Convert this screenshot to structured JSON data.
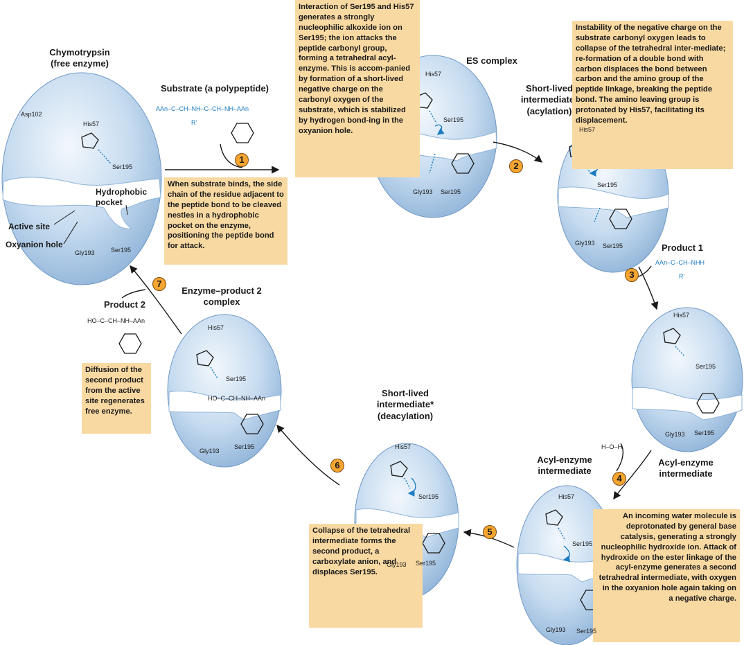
{
  "titles": {
    "free_enzyme": "Chymotrypsin\n(free enzyme)",
    "substrate": "Substrate (a polypeptide)",
    "es_complex": "ES complex",
    "short_lived_acylation": "Short-lived\nintermediate*\n(acylation)",
    "product1": "Product 1",
    "acyl_enzyme_right": "Acyl-enzyme\nintermediate",
    "acyl_enzyme_bottom": "Acyl-enzyme\nintermediate",
    "short_lived_deacylation": "Short-lived\nintermediate*\n(deacylation)",
    "enzyme_product2": "Enzyme–product 2\ncomplex",
    "product2": "Product 2"
  },
  "labels": {
    "hydrophobic_pocket": "Hydrophobic\npocket",
    "active_site": "Active site",
    "oxyanion_hole": "Oxyanion hole"
  },
  "captions": {
    "step1": "When substrate binds, the side chain of the residue adjacent to the peptide bond to be cleaved nestles in a hydrophobic pocket on the enzyme, positioning the peptide bond for attack.",
    "step2": "Interaction of Ser195 and His57 generates a strongly nucleophilic alkoxide ion on Ser195; the ion attacks the peptide carbonyl group, forming a tetrahedral acyl-enzyme. This is accom-panied by formation of a short-lived negative charge on the carbonyl oxygen of the substrate, which is stabilized by hydrogen bond-ing in the oxyanion hole.",
    "step3": "Instability of the negative charge on the substrate carbonyl oxygen leads to collapse of the tetrahedral inter-mediate; re-formation of a double bond with carbon displaces the bond between carbon and the amino group of the peptide linkage, breaking the peptide bond. The amino leaving group is protonated by His57, facilitating its displacement.",
    "step4": "An incoming water molecule is deprotonated by general base catalysis, generating a strongly nucleophilic hydroxide ion. Attack of hydroxide on the ester linkage of the acyl-enzyme generates a second tetrahedral intermediate, with oxygen in the oxyanion hole again taking on a negative charge.",
    "step5": "Collapse of the tetrahedral intermediate forms the second product, a carboxylate anion, and displaces Ser195.",
    "step7": "Diffusion of the second product from the active site regenerates free enzyme."
  },
  "step_numbers": [
    "1",
    "2",
    "3",
    "4",
    "5",
    "6",
    "7"
  ],
  "chem": {
    "his57": "His57",
    "ser195": "Ser195",
    "gly193": "Gly193",
    "asp102": "Asp102",
    "substrate_formula": "AAn–C–CH–NH–C–CH–NH–AAn",
    "product1_formula": "AAn–C–CH–NHH",
    "product2_formula": "HO–C–CH–NH–AAn",
    "water": "H–O–H",
    "r_prime": "R'"
  },
  "colors": {
    "enzyme_fill": "#bcd6ee",
    "enzyme_light": "#e6f0fa",
    "caption_box": "#f9d9a2",
    "step_badge": "#f6a531",
    "substrate_blue": "#1b7cc1",
    "proton_pink": "#d0187a"
  }
}
